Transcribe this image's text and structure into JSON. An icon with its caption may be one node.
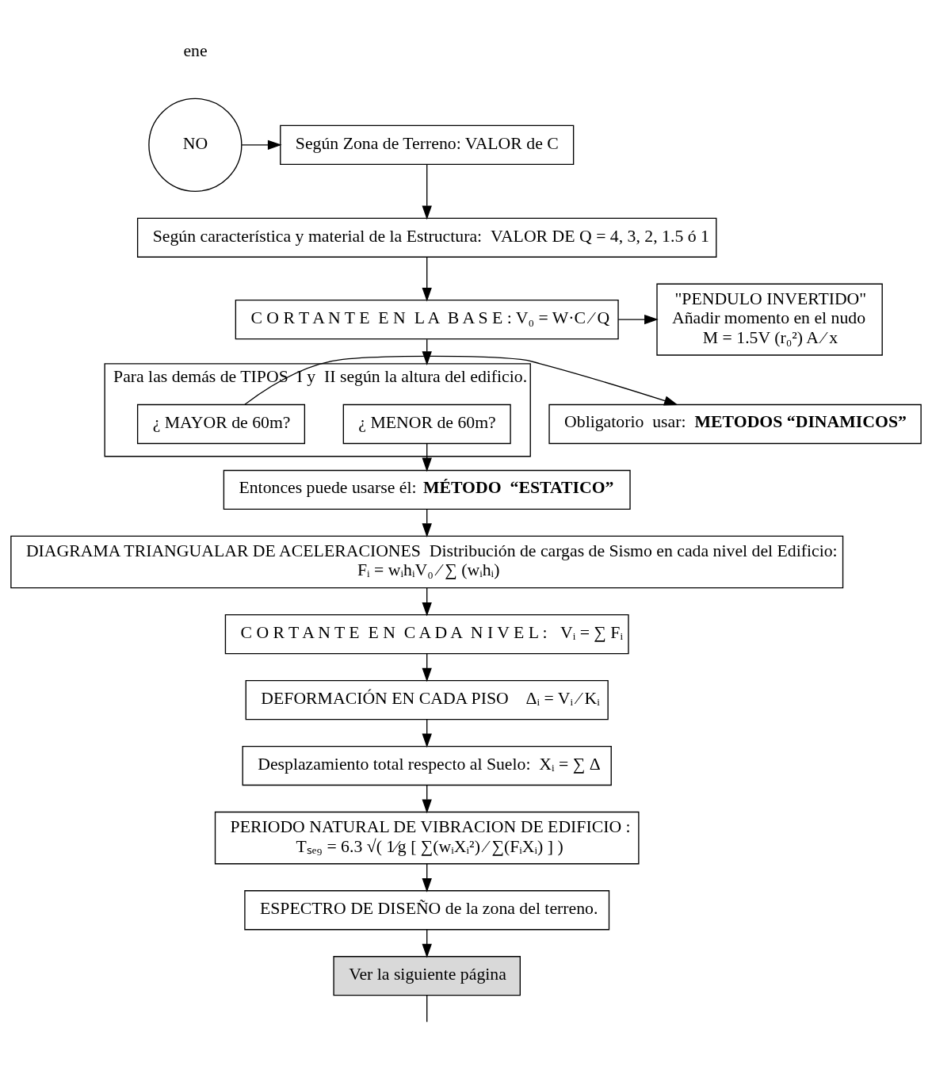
{
  "diagram": {
    "nodes": [
      {
        "text": [
          "NO"
        ]
      },
      {
        "text": [
          "Según Zona de Terreno: VALOR de C"
        ]
      },
      {
        "text": [
          "Según característica y material de la Estructura:  VALOR DE Q = 4, 3, 2, 1.5 ó 1"
        ]
      },
      {
        "text": [
          "C O R T A N T E  E N  L A  B A S E : V₀ = W·C ⁄ Q"
        ]
      },
      {
        "text": [
          "\"PENDULO INVERTIDO\"",
          "Añadir momento en el nudo",
          "M = 1.5V (r₀²) A ⁄ x"
        ]
      },
      {
        "text": [
          "Para las demás de TIPOS  I y  II según la altura del edificio."
        ]
      },
      {
        "text": [
          "¿ MENOR de 60m?"
        ],
        "in": 5
      },
      {
        "text": [
          "¿ MAYOR de 60m?"
        ],
        "in": 5
      },
      {
        "text": [
          "Obligatorio  usar: **METODOS “DINAMICOS”**"
        ]
      },
      {
        "text": [
          "Entonces puede usarse él: **MÉTODO  “ESTATICO”**"
        ]
      },
      {
        "text": [
          "DIAGRAMA TRIANGUALAR DE ACELERACIONES  Distribución de cargas de Sismo en cada nivel del Edificio:",
          "Fᵢ = wᵢhᵢV₀ ⁄ ∑ (wᵢhᵢ)"
        ]
      },
      {
        "text": [
          "C O R T A N T E  E N  C A D A  N I V E L :   Vᵢ = ∑ Fᵢ"
        ]
      },
      {
        "text": [
          "DEFORMACIÓN EN CADA PISO    Δᵢ = Vᵢ ⁄ Kᵢ"
        ]
      },
      {
        "text": [
          "Desplazamiento total respecto al Suelo:  Xᵢ = ∑ Δ"
        ]
      },
      {
        "text": [
          "PERIODO NATURAL DE VIBRACION DE EDIFICIO :",
          "Tₛₑ₉ = 6.3 √( 1⁄g [ ∑(wᵢXᵢ²) ⁄ ∑(FᵢXᵢ) ] )"
        ]
      },
      {
        "text": [
          "ESPECTRO DE DISEÑO de la zona del terreno."
        ]
      },
      {
        "text": [
          "Ver la siguiente página"
        ]
      }
    ],
    "edges": [
      {
        "from": 0,
        "to": 1,
        "arrow": "to"
      },
      {
        "from": 1,
        "to": 2,
        "arrow": "to"
      },
      {
        "from": 2,
        "to": 3,
        "arrow": "to"
      },
      {
        "from": 3,
        "to": 4,
        "arrow": "to"
      },
      {
        "from": 3,
        "to": 5,
        "arrow": "to"
      },
      {
        "from": 7,
        "to": 8,
        "arrow": "to"
      },
      {
        "from": 6,
        "to": 9,
        "arrow": "to"
      },
      {
        "from": 9,
        "to": 10,
        "arrow": "to"
      },
      {
        "from": 10,
        "to": 11,
        "arrow": "to"
      },
      {
        "from": 11,
        "to": 12,
        "arrow": "to"
      },
      {
        "from": 12,
        "to": 13,
        "arrow": "to"
      },
      {
        "from": 13,
        "to": 14,
        "arrow": "to"
      },
      {
        "from": 14,
        "to": 15,
        "arrow": "to"
      },
      {
        "from": 15,
        "to": 16,
        "arrow": "to"
      },
      {
        "from": 16,
        "to": null,
        "arrow": "none"
      }
    ],
    "labels": [
      "ene"
    ]
  }
}
